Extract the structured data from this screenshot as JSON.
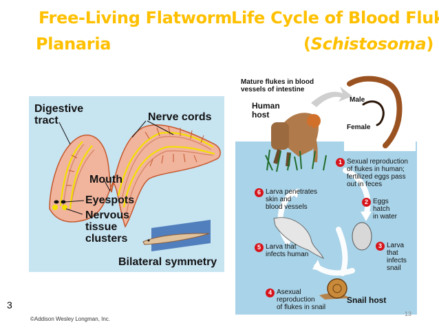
{
  "header": {
    "title_left_line1": "Free-Living Flatworm",
    "title_right_line1": "Life Cycle of Blood Fluke",
    "title_left_line2": "Planaria",
    "title_right_line2_prefix": "(",
    "title_right_line2_italic": "Schistosoma",
    "title_right_line2_suffix": ")"
  },
  "planaria": {
    "labels": {
      "digestive": [
        "Digestive",
        "tract"
      ],
      "nerve_cords": "Nerve cords",
      "mouth": "Mouth",
      "eyespots": "Eyespots",
      "nervous": [
        "Nervous",
        "tissue",
        "clusters"
      ],
      "symmetry": "Bilateral symmetry"
    }
  },
  "schistosoma": {
    "mature": [
      "Mature flukes in blood",
      "vessels of intestine"
    ],
    "human_host": [
      "Human",
      "host"
    ],
    "male": "Male",
    "female": "Female",
    "snail_host": "Snail host",
    "steps": [
      {
        "num": "1",
        "lines": [
          "Sexual reproduction",
          "of flukes in human;",
          "fertilized eggs pass",
          "out in feces"
        ]
      },
      {
        "num": "2",
        "lines": [
          "Eggs",
          "hatch",
          "in water"
        ]
      },
      {
        "num": "3",
        "lines": [
          "Larva",
          "that",
          "infects",
          "snail"
        ]
      },
      {
        "num": "4",
        "lines": [
          "Asexual",
          "reproduction",
          "of flukes in snail"
        ]
      },
      {
        "num": "5",
        "lines": [
          "Larva that",
          "infects human"
        ]
      },
      {
        "num": "6",
        "lines": [
          "Larva penetrates",
          "skin and",
          "blood vessels"
        ]
      }
    ]
  },
  "footer": {
    "copyright": "©Addison Wesley Longman, Inc.",
    "slide_number": "13",
    "left_number": "3"
  },
  "colors": {
    "title": "#ffc000",
    "panel_bg": "#c7e4f1",
    "water": "#a9d3e8",
    "worm_body": "#f1b49d",
    "nerve": "#f3e000",
    "step_badge": "#d6141b"
  }
}
